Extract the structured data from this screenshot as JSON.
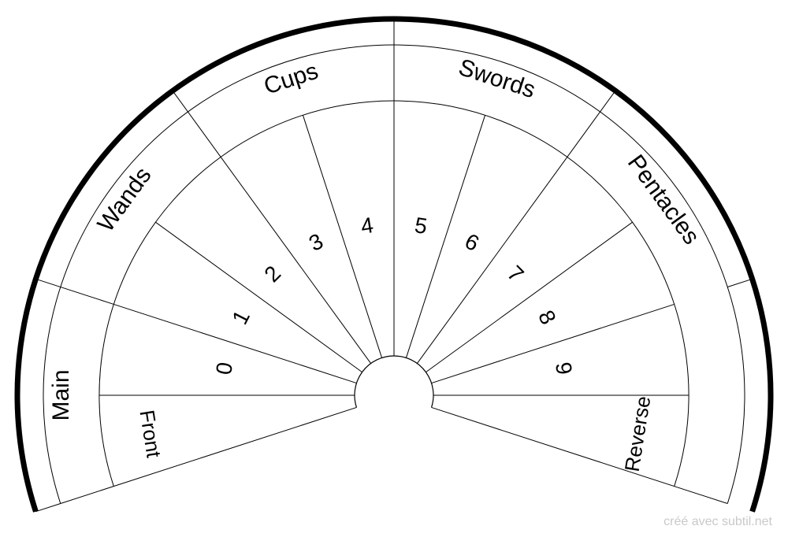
{
  "outer_ring": {
    "labels": [
      "Main",
      "Wands",
      "Cups",
      "Swords",
      "Pentacles"
    ]
  },
  "inner_ring": {
    "labels": [
      "Front",
      "0",
      "1",
      "2",
      "3",
      "4",
      "5",
      "6",
      "7",
      "8",
      "9",
      "Reverse"
    ]
  },
  "footer": {
    "credit": "créé avec subtil.net"
  },
  "colors": {
    "stroke": "#000000",
    "background": "#ffffff",
    "credit": "#c9c9c9"
  }
}
